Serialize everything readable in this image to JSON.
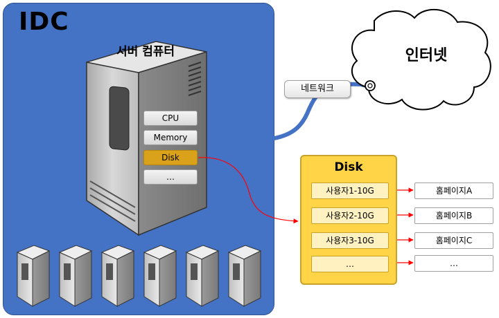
{
  "idc": {
    "title": "IDC"
  },
  "server": {
    "title": "서버 컴퓨터",
    "components": [
      "CPU",
      "Memory",
      "Disk",
      "…"
    ]
  },
  "internet": {
    "label": "인터넷"
  },
  "network": {
    "label": "네트워크"
  },
  "disk_panel": {
    "title": "Disk",
    "users": [
      "사용자1-10G",
      "사용자2-10G",
      "사용자3-10G",
      "…"
    ]
  },
  "homepages": [
    "홈페이지A",
    "홈페이지B",
    "홈페이지C",
    "…"
  ],
  "colors": {
    "idc_background": "#4472c4",
    "disk_highlight": "#d9a21a",
    "disk_panel": "#ffd447",
    "arrow": "#ff0000",
    "network_cable": "#4472c4"
  }
}
